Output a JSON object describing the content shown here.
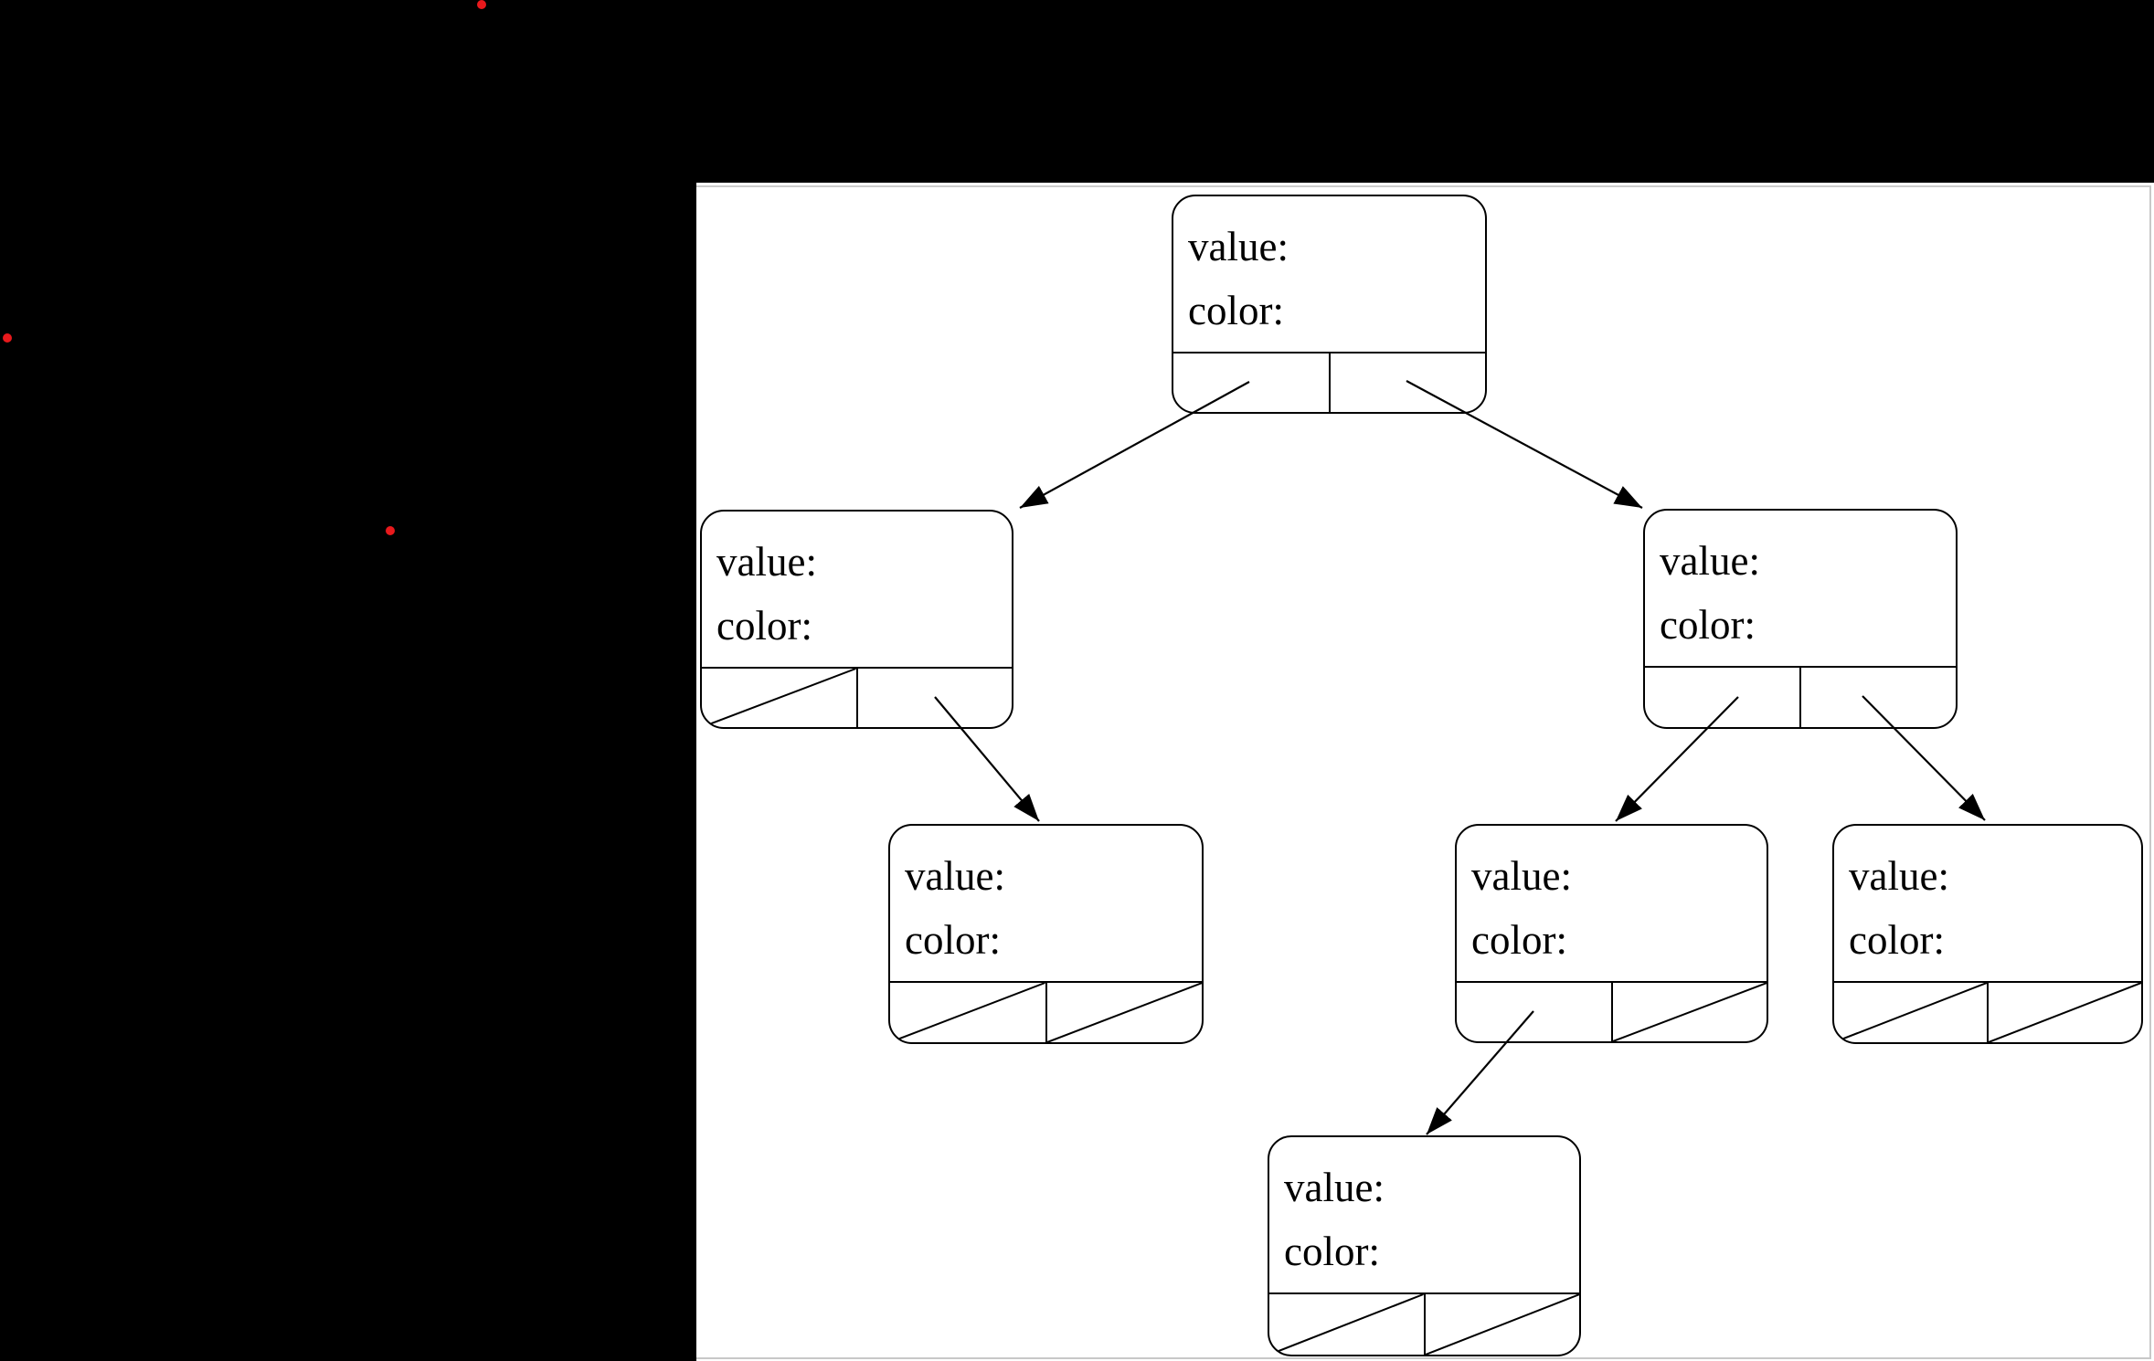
{
  "labels": {
    "value": "value:",
    "color": "color:"
  },
  "diagram": {
    "type": "binary-tree",
    "nodes": [
      {
        "id": "root",
        "value": "",
        "color": "",
        "left_child": "L",
        "right_child": "R"
      },
      {
        "id": "L",
        "value": "",
        "color": "",
        "left_child": null,
        "right_child": "LR"
      },
      {
        "id": "R",
        "value": "",
        "color": "",
        "left_child": "RL",
        "right_child": "RR"
      },
      {
        "id": "LR",
        "value": "",
        "color": "",
        "left_child": null,
        "right_child": null
      },
      {
        "id": "RL",
        "value": "",
        "color": "",
        "left_child": "RLL",
        "right_child": null
      },
      {
        "id": "RR",
        "value": "",
        "color": "",
        "left_child": null,
        "right_child": null
      },
      {
        "id": "RLL",
        "value": "",
        "color": "",
        "left_child": null,
        "right_child": null
      }
    ],
    "edges": [
      [
        "root",
        "L"
      ],
      [
        "root",
        "R"
      ],
      [
        "L",
        "LR"
      ],
      [
        "R",
        "RL"
      ],
      [
        "R",
        "RR"
      ],
      [
        "RL",
        "RLL"
      ]
    ],
    "null_pointer_style": "diagonal-slash"
  },
  "colors": {
    "background": "#000000",
    "canvas": "#ffffff",
    "line": "#000000",
    "page_border": "#cccccc",
    "red_dot": "#e8191c"
  }
}
